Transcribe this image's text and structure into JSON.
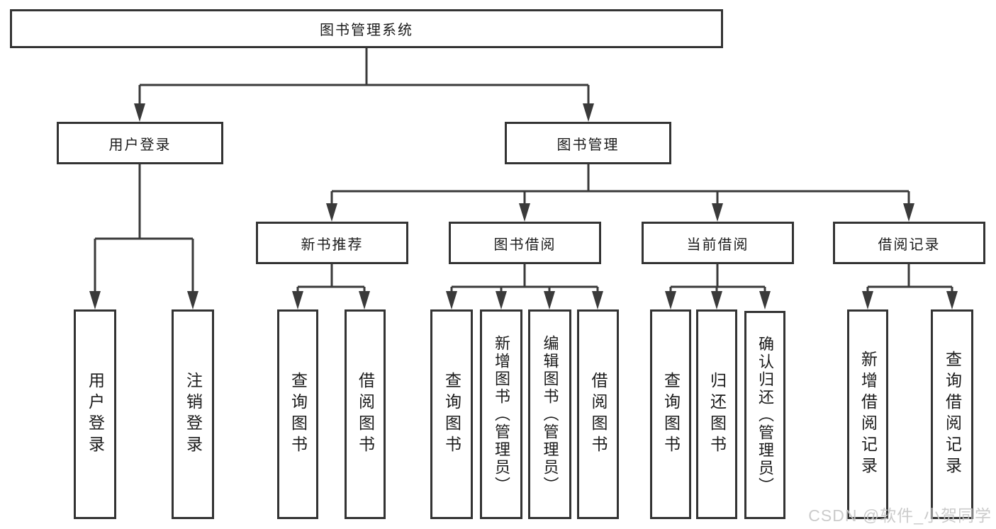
{
  "diagram_title": "图书管理系统",
  "tree": {
    "root": {
      "label": "图书管理系统"
    },
    "branches": [
      {
        "label": "用户登录",
        "children": [
          "用户登录",
          "注销登录"
        ]
      },
      {
        "label": "图书管理",
        "groups": [
          {
            "label": "新书推荐",
            "children": [
              "查询图书",
              "借阅图书"
            ]
          },
          {
            "label": "图书借阅",
            "children": [
              "查询图书",
              "新增图书（管理员）",
              "编辑图书（管理员）",
              "借阅图书"
            ]
          },
          {
            "label": "当前借阅",
            "children": [
              "查询图书",
              "归还图书",
              "确认归还（管理员）"
            ]
          },
          {
            "label": "借阅记录",
            "children": [
              "新增借阅记录",
              "查询借阅记录"
            ]
          }
        ]
      }
    ]
  },
  "watermark": "CSDN @软件_小贺同学",
  "colors": {
    "line": "#3a3a3a",
    "box_border": "#333333",
    "text": "#1b1b1b",
    "watermark": "#c7c7c7",
    "background": "#ffffff"
  }
}
